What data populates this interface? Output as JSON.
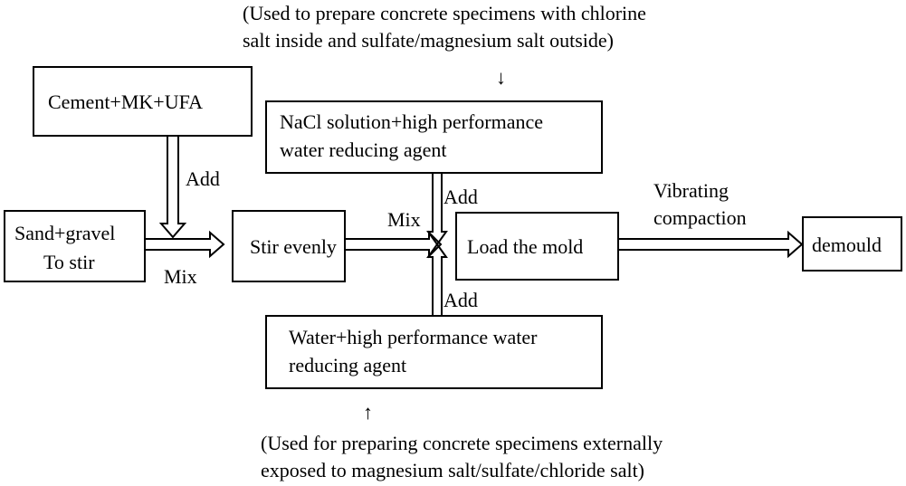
{
  "notes": {
    "top_line1": "(Used to prepare concrete specimens with chlorine",
    "top_line2": "salt inside and sulfate/magnesium salt outside)",
    "top_arrow": "↓",
    "bottom_arrow": "↑",
    "bottom_line1": "(Used for preparing concrete specimens externally",
    "bottom_line2": "exposed to magnesium salt/sulfate/chloride salt)"
  },
  "boxes": {
    "cement": "Cement+MK+UFA",
    "sand_line1": "Sand+gravel",
    "sand_line2": "To stir",
    "stir": "Stir evenly",
    "nacl_line1": "NaCl solution+high performance",
    "nacl_line2": "water reducing agent",
    "load": "Load the mold",
    "water_line1": "Water+high performance water",
    "water_line2": "reducing agent",
    "demould": "demould"
  },
  "labels": {
    "add_cement": "Add",
    "mix_sand": "Mix",
    "mix_stir": "Mix",
    "add_nacl": "Add",
    "add_water": "Add",
    "vibrating_line1": "Vibrating",
    "vibrating_line2": "compaction"
  }
}
